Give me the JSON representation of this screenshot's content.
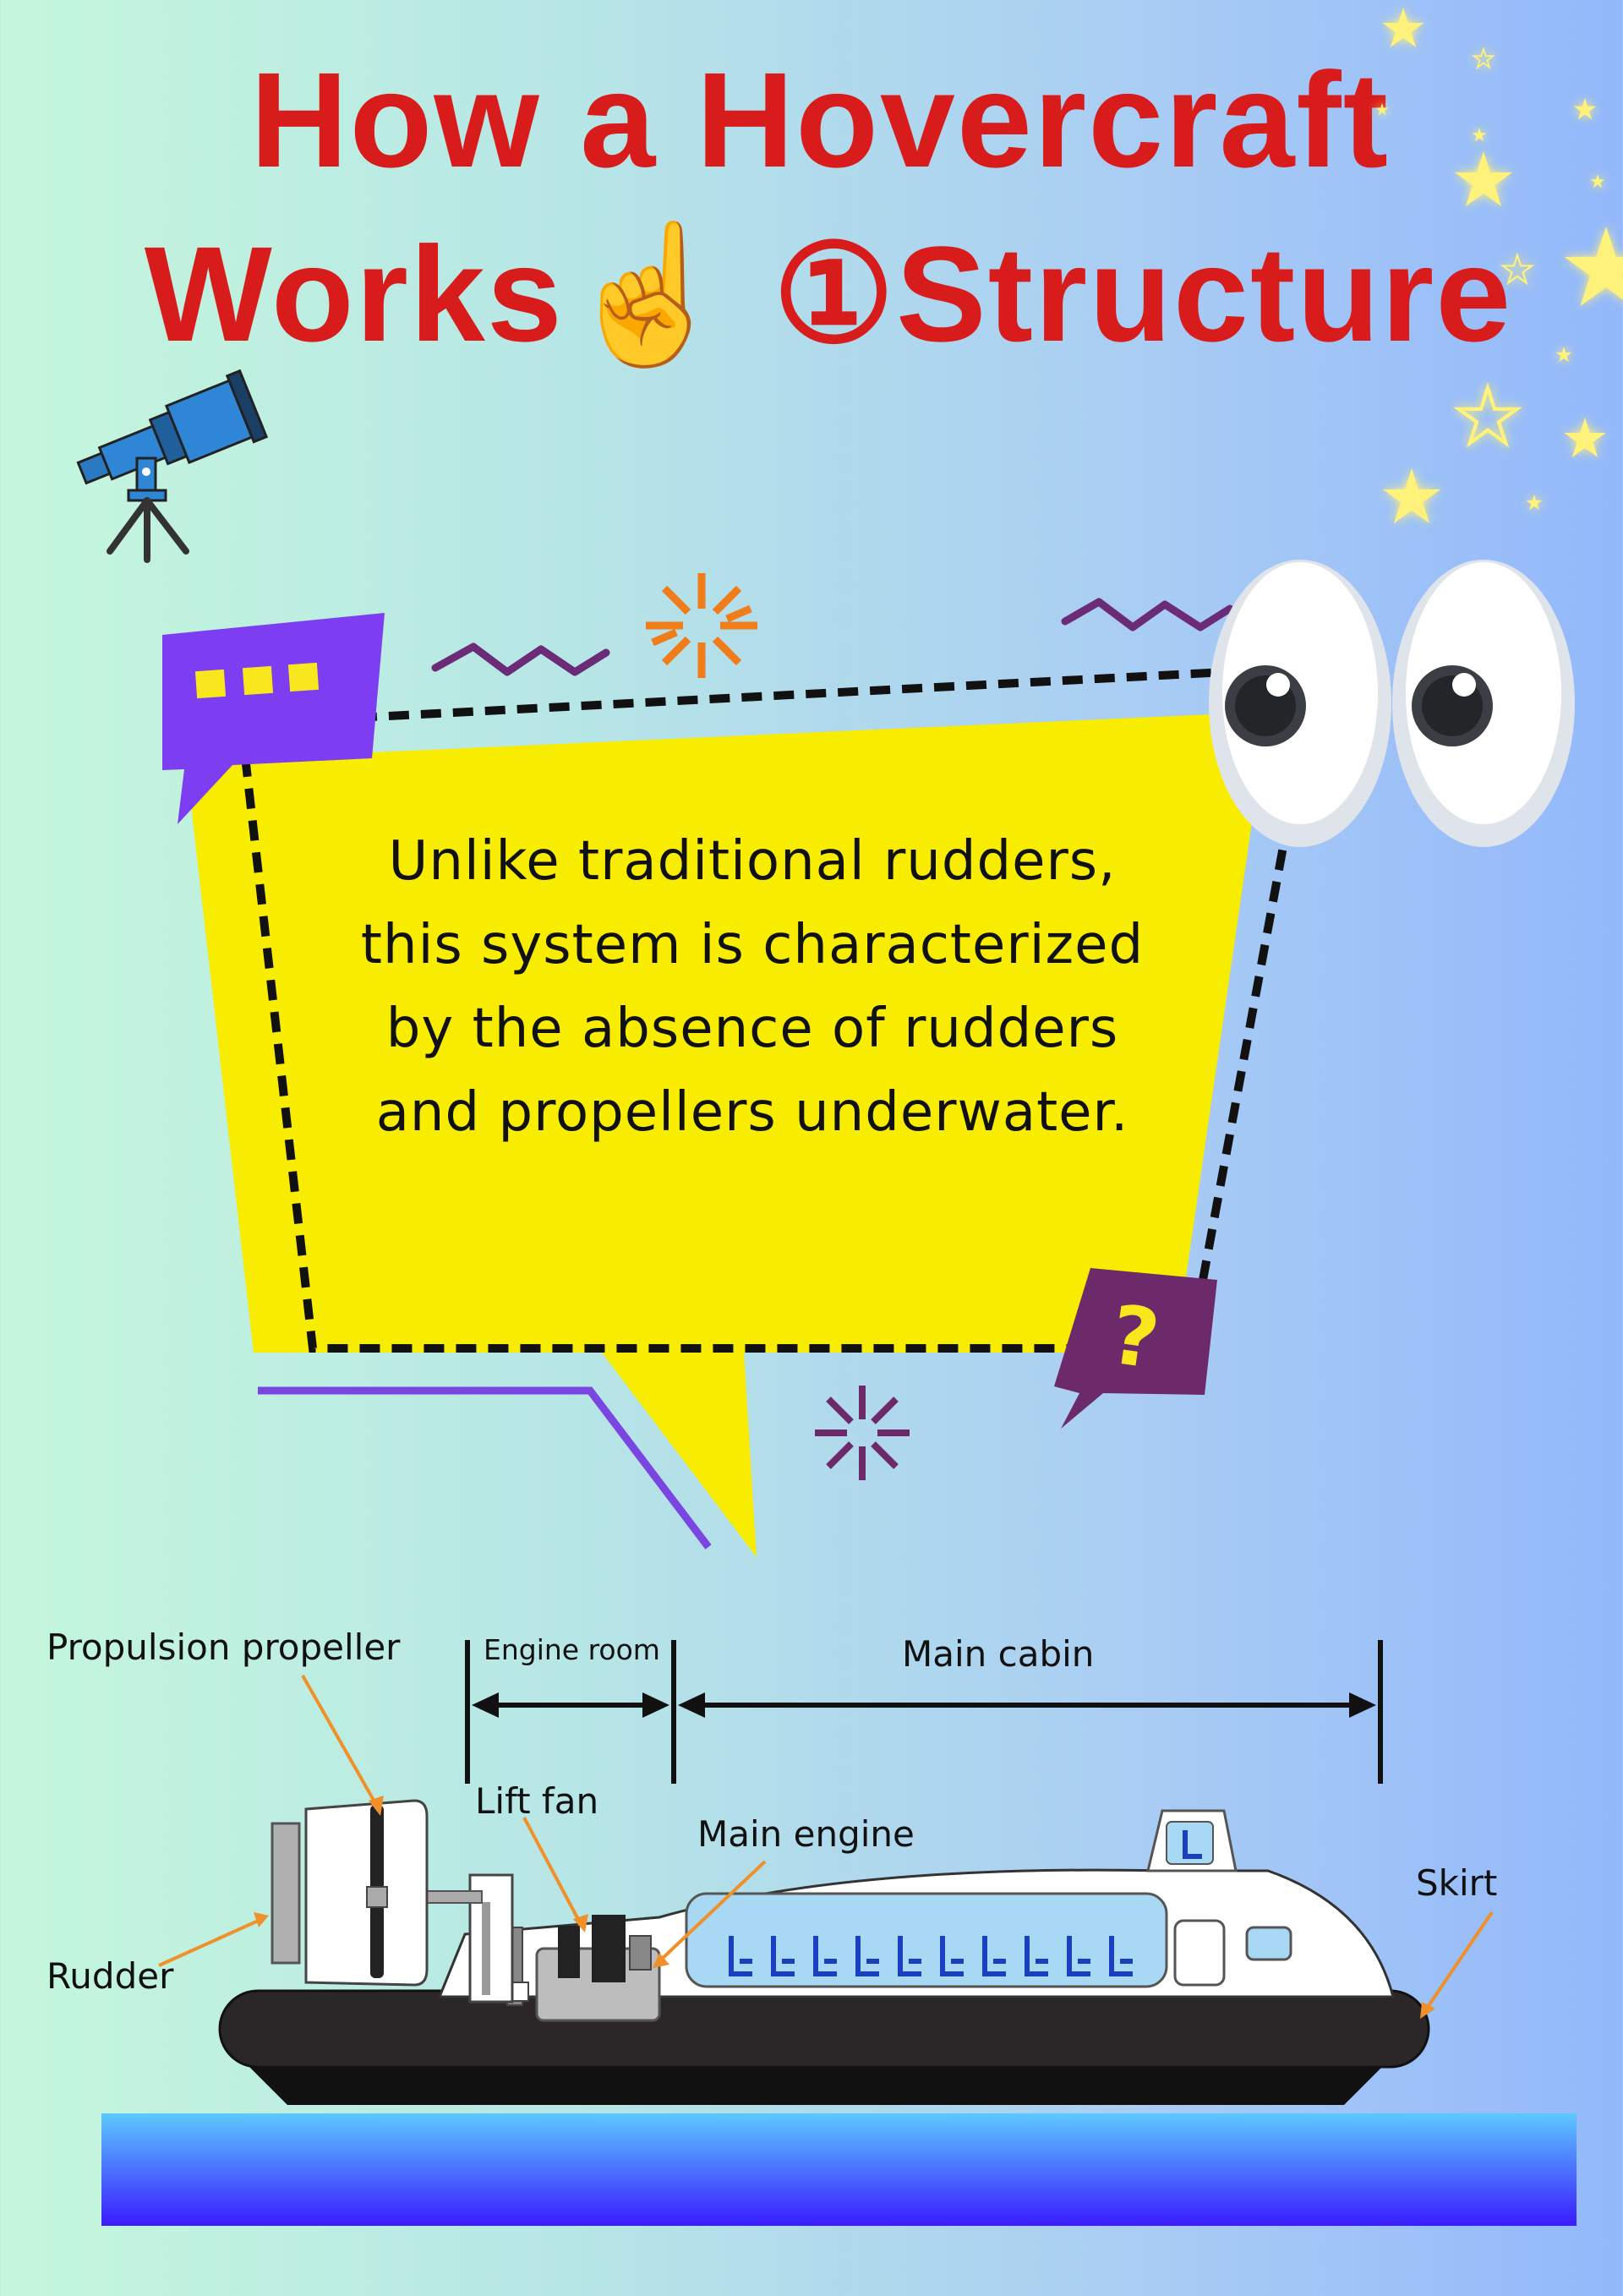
{
  "title": {
    "line1": "How a Hovercraft",
    "line2": "Works☝️ ①Structure"
  },
  "bubble": {
    "text": "Unlike traditional rudders, this system is characterized by the absence of rudders and propellers underwater."
  },
  "diagram": {
    "labels": {
      "propulsion_propeller": "Propulsion propeller",
      "engine_room": "Engine room",
      "main_cabin": "Main cabin",
      "lift_fan": "Lift fan",
      "main_engine": "Main engine",
      "skirt": "Skirt",
      "rudder": "Rudder"
    }
  },
  "colors": {
    "title": "#d81b1b",
    "bubble": "#f8ec00",
    "callout_arrow": "#f0902a",
    "skirt": "#231f20",
    "water_top": "#5cc8ff",
    "water_bottom": "#3a1cff"
  },
  "icons": [
    "telescope-icon",
    "stars-icon",
    "googly-eyes-icon",
    "ellipsis-speech-icon",
    "question-speech-icon",
    "sparkle-icon",
    "pointing-up-icon"
  ]
}
